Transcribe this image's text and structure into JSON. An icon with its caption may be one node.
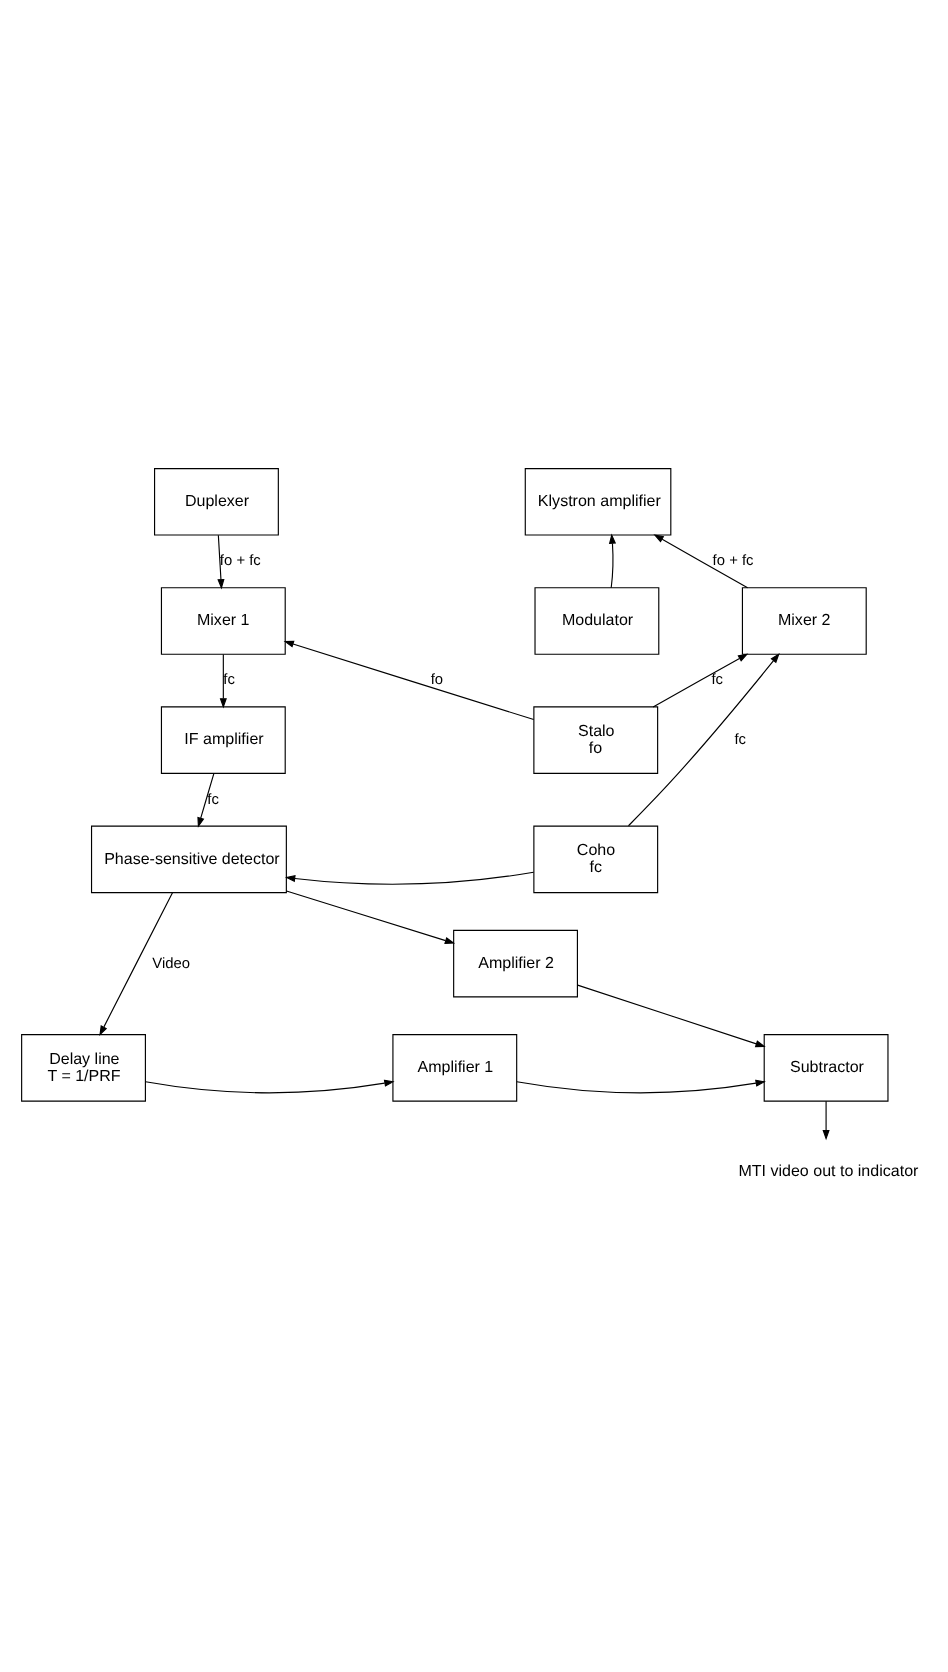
{
  "diagram": {
    "nodes": [
      {
        "text": [
          "Duplexer"
        ]
      },
      {
        "text": [
          "Klystron amplifier"
        ]
      },
      {
        "text": [
          "Modulator"
        ]
      },
      {
        "text": [
          "Mixer 1"
        ]
      },
      {
        "text": [
          "Mixer 2"
        ]
      },
      {
        "text": [
          "Stalo",
          "fo"
        ]
      },
      {
        "text": [
          "IF amplifier"
        ]
      },
      {
        "text": [
          "Coho",
          "fc"
        ]
      },
      {
        "text": [
          "Phase-sensitive detector"
        ]
      },
      {
        "text": [
          "Amplifier 2"
        ]
      },
      {
        "text": [
          "Delay line",
          "T = 1/PRF"
        ]
      },
      {
        "text": [
          "Amplifier 1"
        ]
      },
      {
        "text": [
          "Subtractor"
        ]
      },
      {
        "text": [
          "MTI video out to indicator"
        ]
      }
    ],
    "edges": [
      {
        "from": 0,
        "to": 3,
        "arrow": "to",
        "label": "fo + fc"
      },
      {
        "from": 2,
        "to": 1,
        "arrow": "to"
      },
      {
        "from": 3,
        "to": 6,
        "arrow": "to",
        "label": "fc"
      },
      {
        "from": 4,
        "to": 1,
        "arrow": "to",
        "label": "fo + fc"
      },
      {
        "from": 5,
        "to": 3,
        "arrow": "to",
        "label": "fo"
      },
      {
        "from": 5,
        "to": 4,
        "arrow": "to",
        "label": "fc"
      },
      {
        "from": 6,
        "to": 8,
        "arrow": "to",
        "label": "fc"
      },
      {
        "from": 7,
        "to": 4,
        "arrow": "to",
        "label": "fc"
      },
      {
        "from": 7,
        "to": 8,
        "arrow": "to"
      },
      {
        "from": 8,
        "to": 10,
        "arrow": "to",
        "label": "Video"
      },
      {
        "from": 8,
        "to": 9,
        "arrow": "to"
      },
      {
        "from": 10,
        "to": 11,
        "arrow": "to"
      },
      {
        "from": 11,
        "to": 12,
        "arrow": "to"
      },
      {
        "from": 9,
        "to": 12,
        "arrow": "to"
      },
      {
        "from": 12,
        "to": 13,
        "arrow": "to"
      }
    ]
  }
}
